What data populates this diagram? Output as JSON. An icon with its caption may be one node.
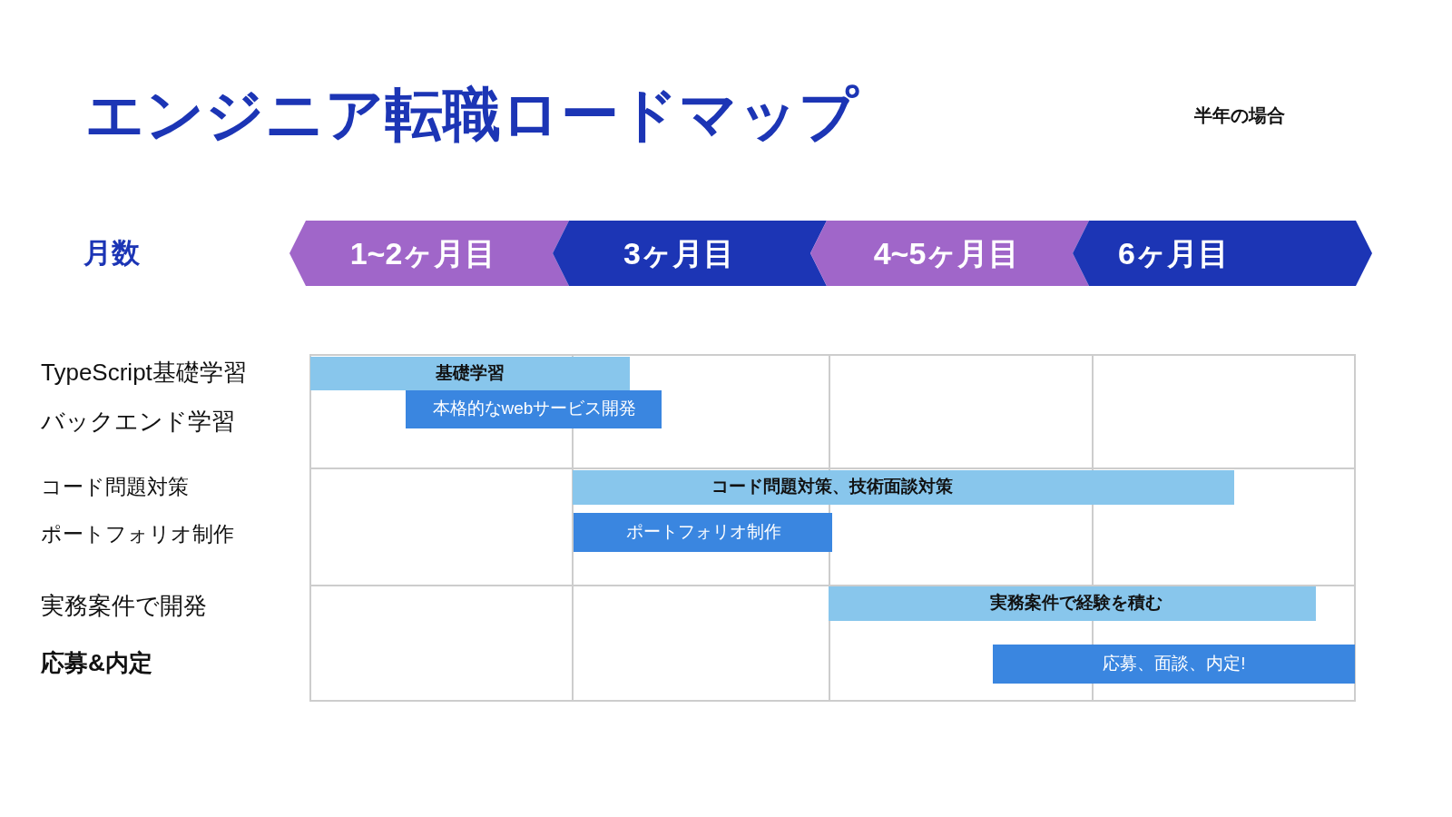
{
  "diagram": {
    "title": "エンジニア転職ロードマップ",
    "nodes": [
      {
        "text": [
          "1~2ヶ月目"
        ]
      },
      {
        "text": [
          "3ヶ月目"
        ]
      },
      {
        "text": [
          "4~5ヶ月目"
        ]
      },
      {
        "text": [
          "6ヶ月目"
        ]
      },
      {
        "text": [
          "基礎学習"
        ]
      },
      {
        "text": [
          "本格的なwebサービス開発"
        ]
      },
      {
        "text": [
          "コード問題対策、技術面談対策"
        ]
      },
      {
        "text": [
          "ポートフォリオ制作"
        ]
      },
      {
        "text": [
          "実務案件で経験を積む"
        ]
      },
      {
        "text": [
          "応募、面談、内定!"
        ]
      }
    ],
    "labels": [
      "半年の場合",
      "月数",
      "TypeScript基礎学習",
      "バックエンド学習",
      "コード問題対策",
      "ポートフォリオ制作",
      "実務案件で開発",
      "応募&内定"
    ]
  }
}
